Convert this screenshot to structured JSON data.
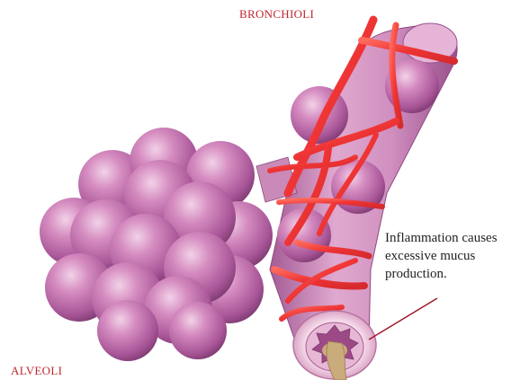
{
  "labels": {
    "bronchioli": "BRONCHIOLI",
    "alveoli": "ALVEOLI"
  },
  "callout": {
    "lines": [
      "Inflammation causes",
      "excessive mucus",
      "production."
    ]
  },
  "colors": {
    "label_red": "#c0262d",
    "alveolus_pink": "#c77bb2",
    "vessel_red": "#ef3a36",
    "airway_pink": "#d79ac3",
    "mucus_tan": "#c9ab7c",
    "callout_line": "#a0182a"
  }
}
